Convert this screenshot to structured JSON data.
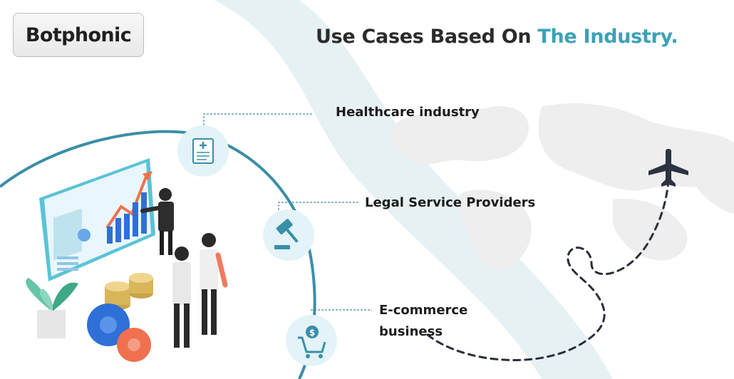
{
  "brand": {
    "name": "Botphonic"
  },
  "headline": {
    "prefix": "Use Cases Based On ",
    "accent": "The Industry."
  },
  "use_cases": [
    {
      "label": "Healthcare industry",
      "icon": "medical-clipboard-icon"
    },
    {
      "label": "Legal Service Providers",
      "icon": "gavel-icon"
    },
    {
      "label": "E-commerce business",
      "icon": "shopping-cart-dollar-icon"
    }
  ],
  "colors": {
    "accent": "#3aa2b6",
    "text": "#2b2b2b",
    "icon_circle": "#e3f3f8",
    "arc": "#3b8ea5"
  }
}
